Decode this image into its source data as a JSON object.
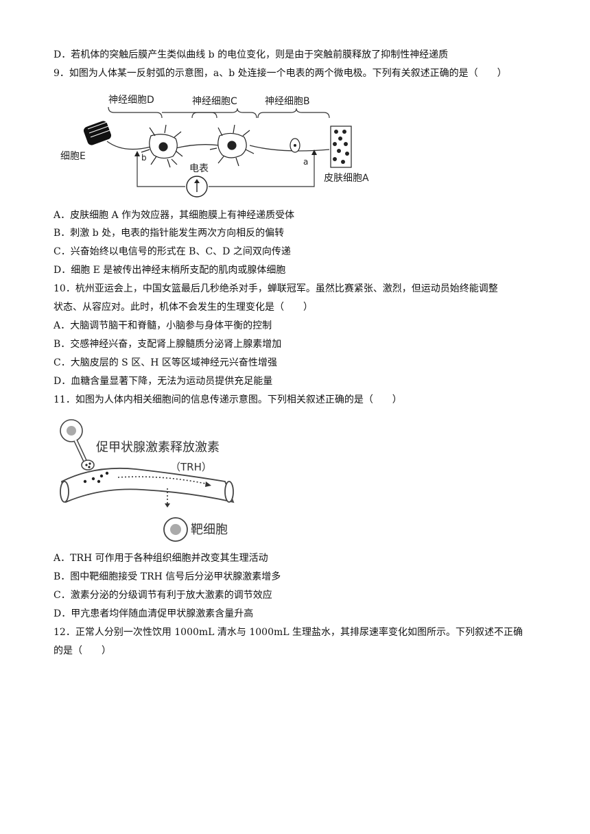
{
  "q8": {
    "optD": "D．若机体的突触后膜产生类似曲线 b 的电位变化，则是由于突触前膜释放了抑制性神经递质"
  },
  "q9": {
    "stem": "9．如图为人体某一反射弧的示意图，a、b 处连接一个电表的两个微电极。下列有关叙述正确的是（　　）",
    "figure": {
      "label_d": "神经细胞D",
      "label_c": "神经细胞C",
      "label_b": "神经细胞B",
      "label_e": "细胞E",
      "label_meter": "电表",
      "label_skin": "皮肤细胞A",
      "label_pa": "a",
      "label_pb": "b"
    },
    "optA": "A．皮肤细胞 A 作为效应器，其细胞膜上有神经递质受体",
    "optB": "B．刺激 b 处，电表的指针能发生两次方向相反的偏转",
    "optC": "C．兴奋始终以电信号的形式在 B、C、D 之间双向传递",
    "optD": "D．细胞 E 是被传出神经末梢所支配的肌肉或腺体细胞"
  },
  "q10": {
    "stem1": "10．杭州亚运会上，中国女篮最后几秒绝杀对手，蝉联冠军。虽然比赛紧张、激烈，但运动员始终能调整",
    "stem2": "状态、从容应对。此时，机体不会发生的生理变化是（　　）",
    "optA": "A．大脑调节脑干和脊髓，小脑参与身体平衡的控制",
    "optB": "B．交感神经兴奋，支配肾上腺髓质分泌肾上腺素增加",
    "optC": "C．大脑皮层的 S 区、H 区等区域神经元兴奋性增强",
    "optD": "D．血糖含量显著下降，无法为运动员提供充足能量"
  },
  "q11": {
    "stem": "11．如图为人体内相关细胞间的信息传递示意图。下列相关叙述正确的是（　　）",
    "figure": {
      "label_hormone": "促甲状腺激素释放激素",
      "label_trh": "（TRH）",
      "label_target": "靶细胞"
    },
    "optA": "A．TRH 可作用于各种组织细胞并改变其生理活动",
    "optB": "B．图中靶细胞接受 TRH 信号后分泌甲状腺激素增多",
    "optC": "C．激素分泌的分级调节有利于放大激素的调节效应",
    "optD": "D．甲亢患者均伴随血清促甲状腺激素含量升高"
  },
  "q12": {
    "stem1": "12．正常人分别一次性饮用 1000mL 清水与 1000mL 生理盐水，其排尿速率变化如图所示。下列叙述不正确",
    "stem2": "的是（　　）"
  }
}
